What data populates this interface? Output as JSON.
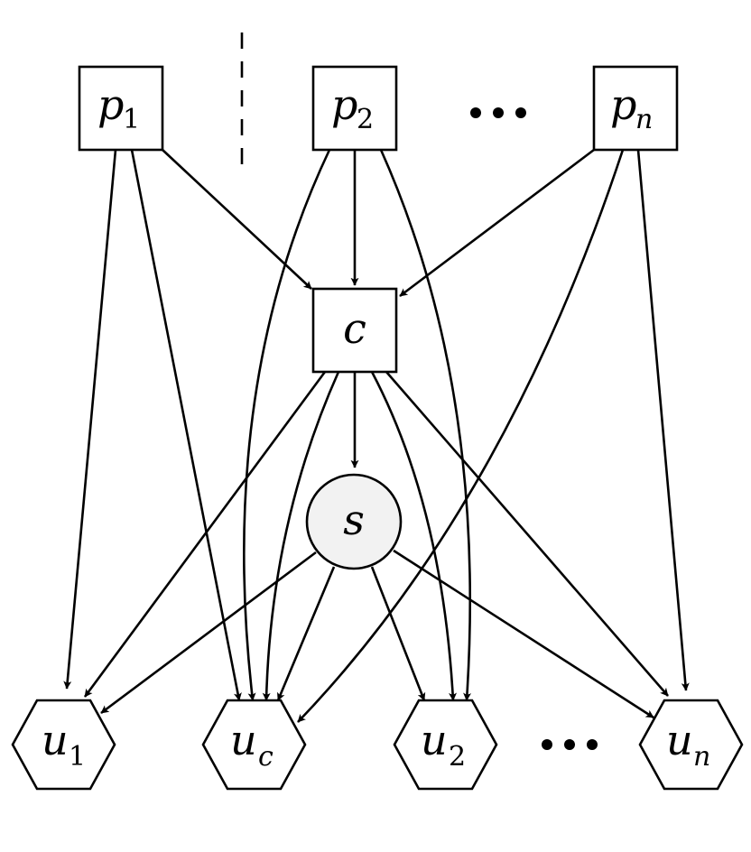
{
  "nodes": {
    "p1": {
      "base": "p",
      "sub": "1"
    },
    "p2": {
      "base": "p",
      "sub": "2"
    },
    "pn": {
      "base": "p",
      "sub": "n"
    },
    "c": {
      "base": "c"
    },
    "s": {
      "base": "s"
    },
    "u1": {
      "base": "u",
      "sub": "1"
    },
    "uc": {
      "base": "u",
      "sub": "c"
    },
    "u2": {
      "base": "u",
      "sub": "2"
    },
    "un": {
      "base": "u",
      "sub": "n"
    }
  },
  "colors": {
    "box_fill": "#ffffff",
    "circle_fill": "#f2f2f2",
    "stroke": "#000000"
  }
}
